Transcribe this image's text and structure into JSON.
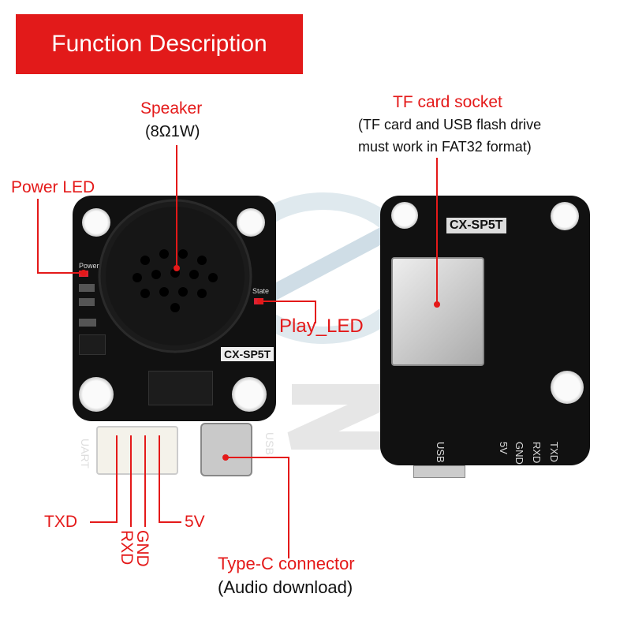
{
  "banner": "Function Description",
  "labels": {
    "speaker": "Speaker",
    "speaker_spec": "(8Ω1W)",
    "power_led": "Power LED",
    "play_led": "Play_LED",
    "tf_socket": "TF card socket",
    "tf_note_1": "(TF card and USB flash drive",
    "tf_note_2": "must work in FAT32 format)",
    "txd": "TXD",
    "rxd": "RXD",
    "gnd": "GND",
    "v5": "5V",
    "type_c": "Type-C connector",
    "type_c_note": "(Audio download)"
  },
  "board": {
    "model_front": "CX-SP5T",
    "model_back": "CX-SP5T",
    "silk_power": "Power",
    "silk_state": "State",
    "silk_uart": "UART",
    "silk_usb": "USB",
    "back_pins": [
      "USB",
      "5V",
      "GND",
      "RXD",
      "TXD"
    ]
  },
  "colors": {
    "accent": "#e21a1a",
    "pcb": "#111111"
  }
}
